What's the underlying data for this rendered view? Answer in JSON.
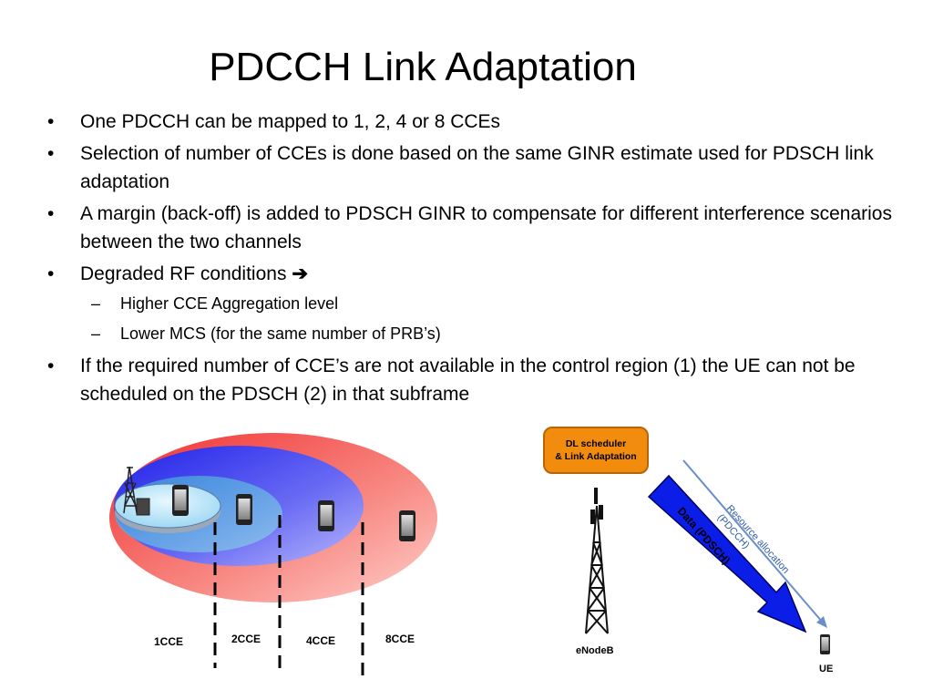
{
  "title": "PDCCH Link Adaptation",
  "bullets": {
    "b1": "One PDCCH can be mapped to 1, 2, 4 or 8 CCEs",
    "b2": "Selection of number of CCEs is done based on the same GINR estimate used for PDSCH link adaptation",
    "b3": "A margin (back-off) is added to PDSCH GINR to compensate for different interference scenarios between the two channels",
    "b4": "Degraded RF conditions",
    "b4_arrow": "➔",
    "b4_sub1": "Higher CCE Aggregation level",
    "b4_sub2": "Lower MCS (for the same number of PRB’s)",
    "b5": "If the required number of CCE’s are not available in the control region (1) the UE can not be scheduled on the PDSCH (2) in that subframe"
  },
  "coverage": {
    "labels": [
      "1CCE",
      "2CCE",
      "4CCE",
      "8CCE"
    ]
  },
  "link": {
    "scheduler_line1": "DL scheduler",
    "scheduler_line2": "& Link Adaptation",
    "enodeb": "eNodeB",
    "ue": "UE",
    "data_arrow": "Data (PDSCH)",
    "resource_line1": "Resource allocation",
    "resource_line2": "(PDCCH)"
  },
  "colors": {
    "scheduler": "#f28c0f",
    "data_arrow": "#0a1ee8",
    "resource_line": "#6a8fc8",
    "outer_ellipse": "#f0605a",
    "middle_ellipse": "#4a4cf0"
  }
}
